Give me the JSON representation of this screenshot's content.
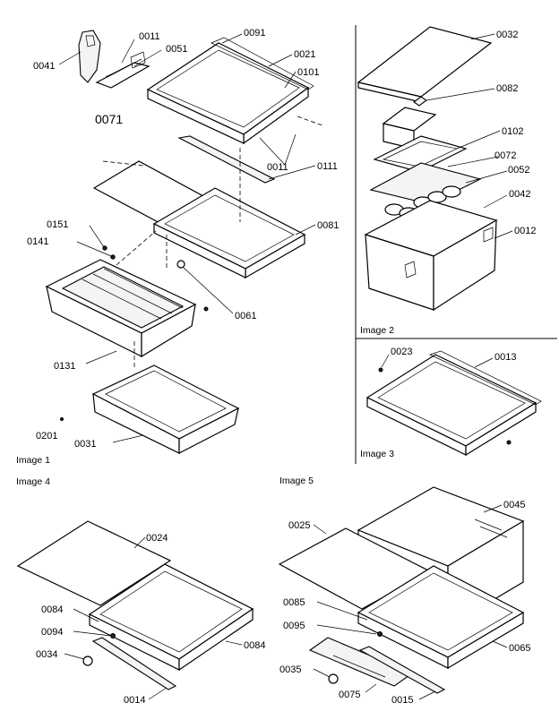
{
  "captions": {
    "image1": "Image 1",
    "image2": "Image 2",
    "image3": "Image 3",
    "image4": "Image 4",
    "image5": "Image 5"
  },
  "labels": {
    "p0011a": "0011",
    "p0041": "0041",
    "p0051": "0051",
    "p0091": "0091",
    "p0021": "0021",
    "p0101": "0101",
    "p0071": "0071",
    "p0011b": "0011",
    "p0111": "0111",
    "p0151": "0151",
    "p0141": "0141",
    "p0081": "0081",
    "p0061": "0061",
    "p0131": "0131",
    "p0201": "0201",
    "p0031": "0031",
    "p0032": "0032",
    "p0082": "0082",
    "p0102": "0102",
    "p0072": "0072",
    "p0052": "0052",
    "p0042": "0042",
    "p0012": "0012",
    "p0023": "0023",
    "p0013": "0013",
    "p0024": "0024",
    "p0084a": "0084",
    "p0094": "0094",
    "p0034": "0034",
    "p0084b": "0084",
    "p0014": "0014",
    "p0025": "0025",
    "p0045": "0045",
    "p0085": "0085",
    "p0095": "0095",
    "p0035": "0035",
    "p0075": "0075",
    "p0015": "0015",
    "p0065": "0065"
  }
}
